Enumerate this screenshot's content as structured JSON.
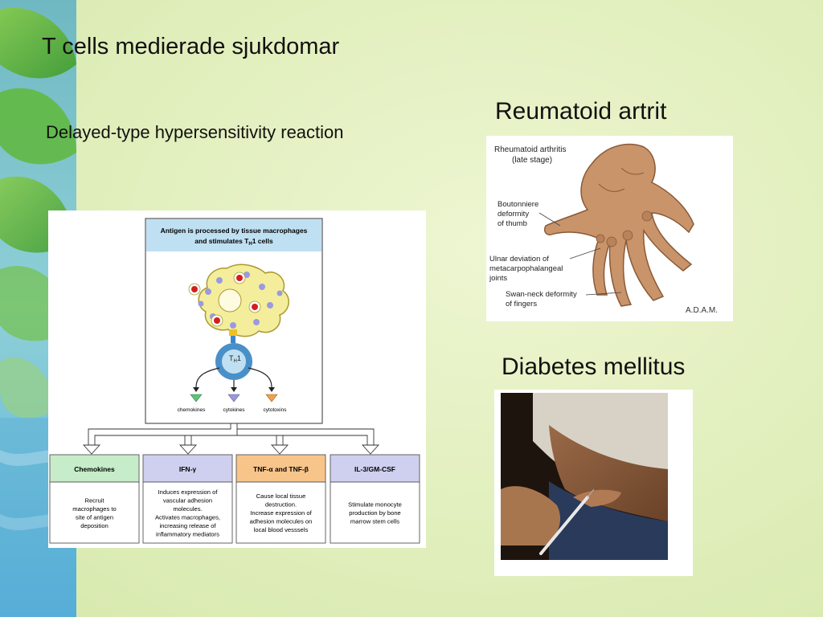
{
  "slide": {
    "title": "T cells medierade sjukdomar",
    "subtitle": "Delayed-type hypersensitivity reaction",
    "label_ra": "Reumatoid artrit",
    "label_dm": "Diabetes mellitus"
  },
  "diagram": {
    "top_box_line1": "Antigen is processed by tissue macrophages",
    "top_box_line2_pre": "and stimulates T",
    "top_box_line2_sub": "H",
    "top_box_line2_post": "1 cells",
    "cell_label": "T",
    "cell_label_sub": "H",
    "cell_label_post": "1",
    "outputs": [
      "chemokines",
      "cytokines",
      "cytotoxins"
    ],
    "boxes": [
      {
        "header": "Chemokines",
        "lines": [
          "Recruit",
          "macrophages to",
          "site of antigen",
          "deposition"
        ],
        "color": "#c6ecc9"
      },
      {
        "header": "IFN-γ",
        "lines": [
          "Induces expression of",
          "vascular adhesion",
          "molecules.",
          "Activates macrophages,",
          "increasing release of",
          "inflammatory mediators"
        ],
        "color": "#cfcfef"
      },
      {
        "header": "TNF-α  and  TNF-β",
        "lines": [
          "Cause local tissue",
          "destruction.",
          "Increase expression of",
          "adhesion molecules on",
          "local blood vesssels"
        ],
        "color": "#f7c48a"
      },
      {
        "header": "IL-3/GM-CSF",
        "lines": [
          "Stimulate monocyte",
          "production by bone",
          "marrow stem cells"
        ],
        "color": "#cfcfef"
      }
    ]
  },
  "ra_figure": {
    "title_line1": "Rheumatoid arthritis",
    "title_line2": "(late stage)",
    "ann1": [
      "Boutonniere",
      "deformity",
      "of thumb"
    ],
    "ann2": [
      "Ulnar deviation of",
      "metacarpophalangeal",
      "joints"
    ],
    "ann3": [
      "Swan-neck deformity",
      "of fingers"
    ],
    "brand": "A.D.A.M."
  },
  "colors": {
    "accent_blue": "#4a90c8",
    "arrow_chemokines": "#5fc27a",
    "arrow_cytokines": "#9a9ad8",
    "arrow_cytotoxins": "#f0a050"
  }
}
